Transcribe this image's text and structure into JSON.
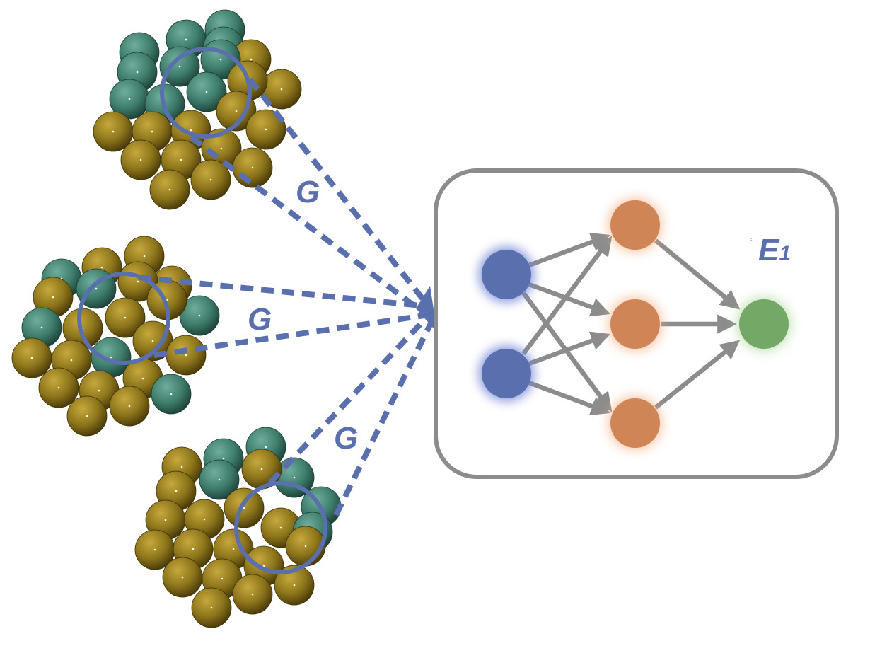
{
  "colors": {
    "background": "#ffffff",
    "accent_blue": "#5a6fae",
    "atom_gold": "#8a7318",
    "atom_teal": "#3f7e6e",
    "box_border": "#8c8c8c",
    "arrow_gray": "#8c8c8c",
    "input_node": "#5a6fae",
    "hidden_node": "#cf8556",
    "output_node": "#74a866"
  },
  "descriptor_label": "G",
  "tiny_mark": "E₁",
  "network": {
    "output_label_main": "E",
    "output_label_sub": "1",
    "input_nodes": 2,
    "hidden_nodes": 3,
    "output_nodes": 1
  },
  "clusters": [
    {
      "name": "cluster-top"
    },
    {
      "name": "cluster-middle"
    },
    {
      "name": "cluster-bottom"
    }
  ]
}
